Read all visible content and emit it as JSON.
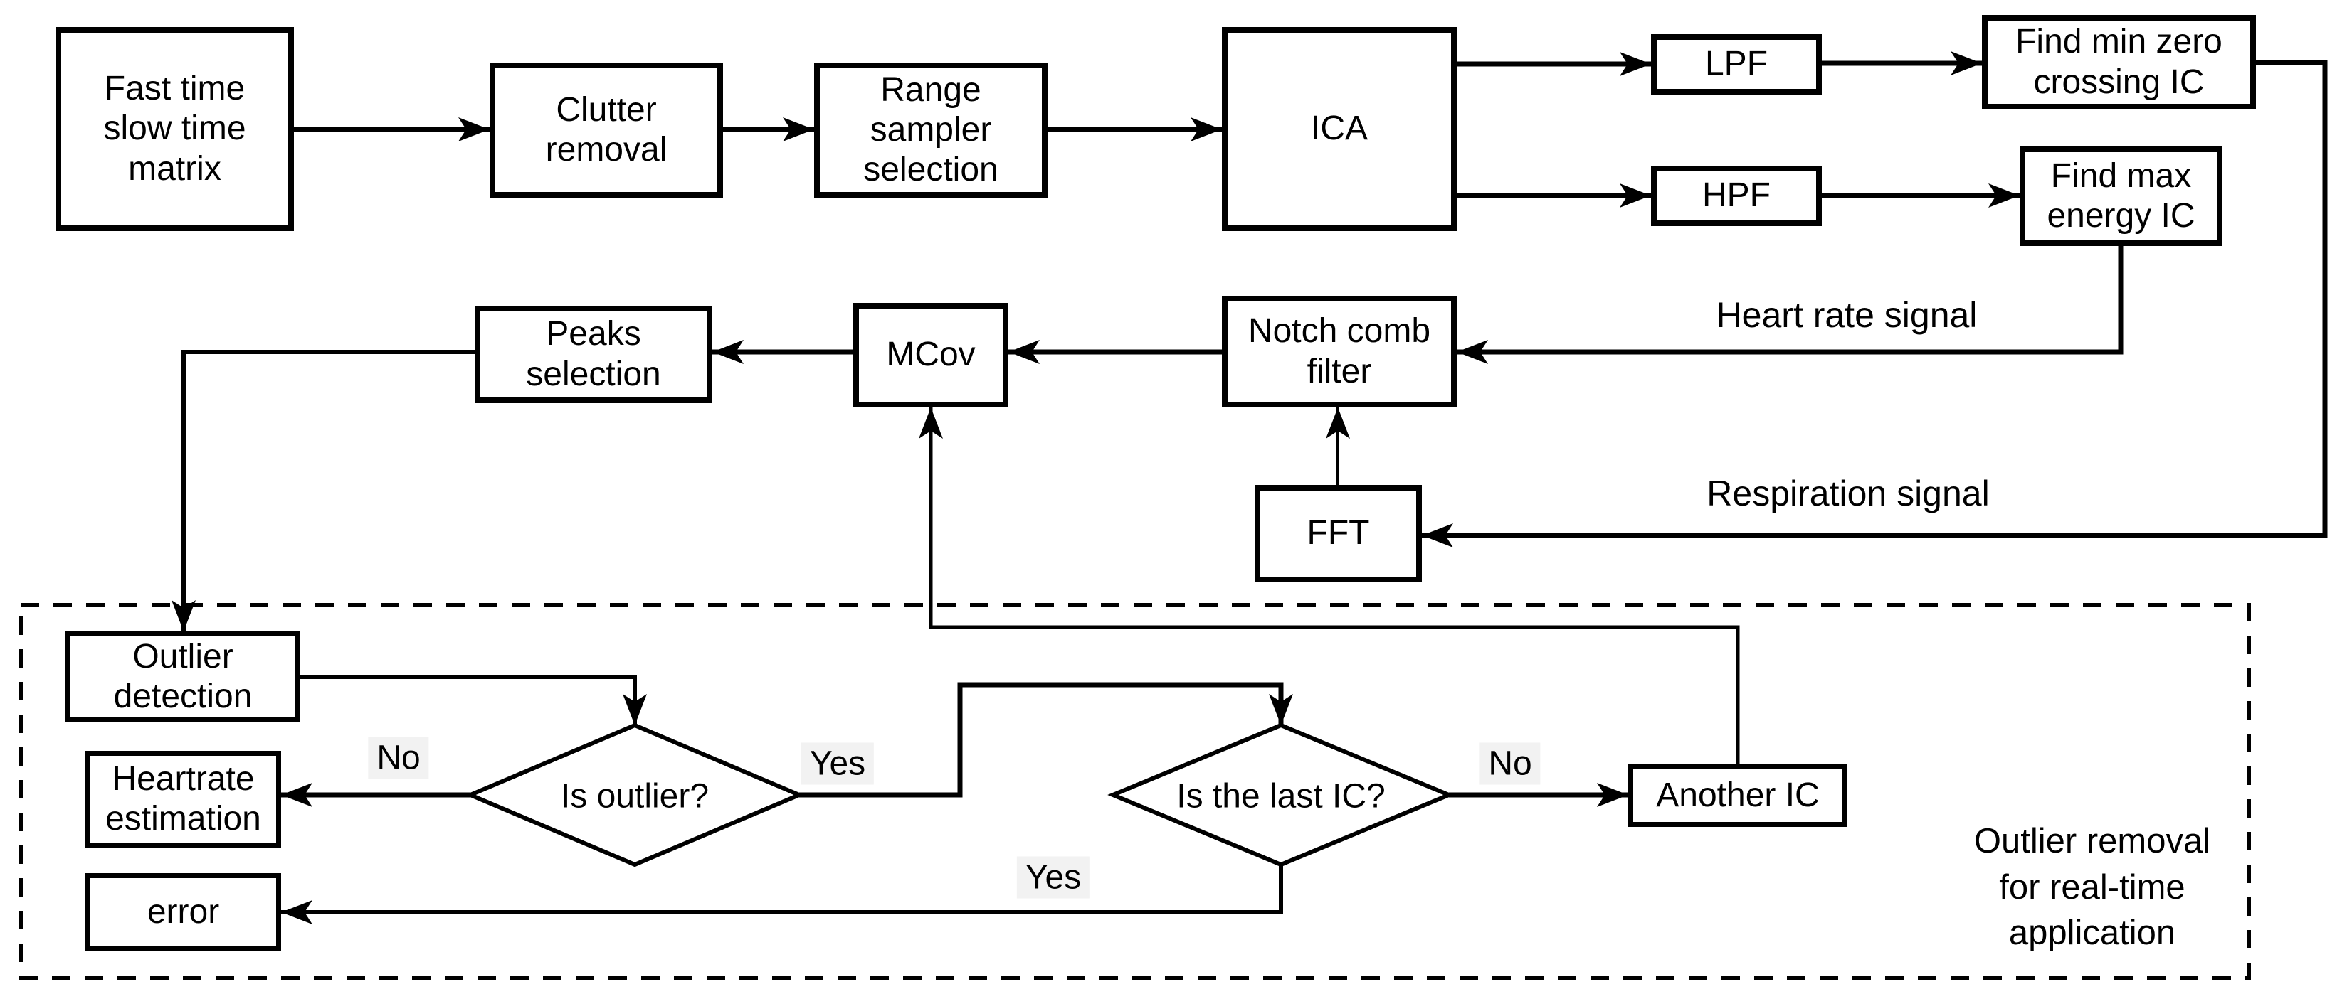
{
  "colors": {
    "stroke": "#000000",
    "background": "#ffffff",
    "edge_label_background": "#f2f2f2"
  },
  "nodes": {
    "fast_time": {
      "label": "Fast time\nslow time\nmatrix"
    },
    "clutter_removal": {
      "label": "Clutter\nremoval"
    },
    "range_sampler": {
      "label": "Range\nsampler\nselection"
    },
    "ica": {
      "label": "ICA"
    },
    "lpf": {
      "label": "LPF"
    },
    "find_min_zero": {
      "label": "Find min zero\ncrossing IC"
    },
    "hpf": {
      "label": "HPF"
    },
    "find_max_energy": {
      "label": "Find max\nenergy IC"
    },
    "peaks_selection": {
      "label": "Peaks\nselection"
    },
    "mcov": {
      "label": "MCov"
    },
    "notch_comb": {
      "label": "Notch comb\nfilter"
    },
    "fft": {
      "label": "FFT"
    },
    "outlier_detection": {
      "label": "Outlier\ndetection"
    },
    "heartrate_estimation": {
      "label": "Heartrate\nestimation"
    },
    "error": {
      "label": "error"
    },
    "another_ic": {
      "label": "Another IC"
    }
  },
  "decisions": {
    "is_outlier": {
      "label": "Is outlier?"
    },
    "is_last_ic": {
      "label": "Is the last IC?"
    }
  },
  "signal_labels": {
    "heart_rate": "Heart rate signal",
    "respiration": "Respiration signal"
  },
  "edge_labels": {
    "no_outlier": "No",
    "yes_outlier": "Yes",
    "no_last_ic": "No",
    "yes_last_ic": "Yes"
  },
  "caption": {
    "label": "Outlier removal\nfor real-time\napplication"
  }
}
